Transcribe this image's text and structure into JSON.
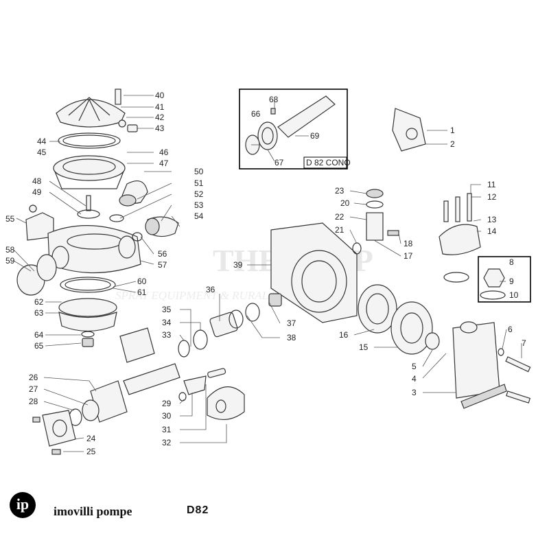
{
  "watermark": {
    "main": "THE SHOP",
    "sub": "SPRAY EQUIPMENT & RURAL GOODS"
  },
  "kit_labels": {
    "cono": "D 82 CONO"
  },
  "callouts": [
    "1",
    "2",
    "3",
    "4",
    "5",
    "6",
    "7",
    "8",
    "9",
    "10",
    "11",
    "12",
    "13",
    "14",
    "15",
    "16",
    "17",
    "18",
    "20",
    "21",
    "22",
    "23",
    "24",
    "25",
    "26",
    "27",
    "28",
    "29",
    "30",
    "31",
    "32",
    "33",
    "34",
    "35",
    "36",
    "37",
    "38",
    "39",
    "40",
    "41",
    "42",
    "43",
    "44",
    "45",
    "46",
    "47",
    "48",
    "49",
    "50",
    "51",
    "52",
    "53",
    "54",
    "55",
    "56",
    "57",
    "58",
    "59",
    "60",
    "61",
    "62",
    "63",
    "64",
    "65",
    "66",
    "67",
    "68",
    "69"
  ],
  "footer": {
    "logo_text": "ip",
    "brand": "imovilli pompe",
    "model": "D82"
  }
}
